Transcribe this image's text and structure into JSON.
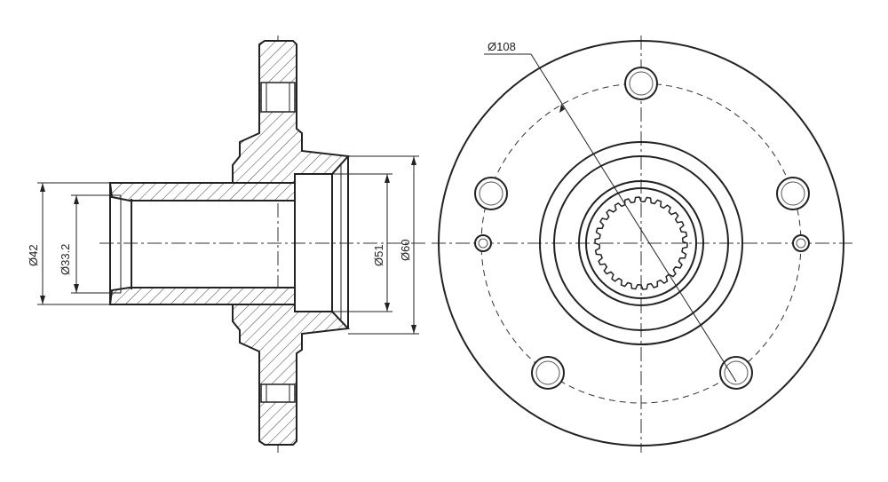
{
  "dimensions": {
    "d42": "Ø42",
    "d33": "Ø33.2",
    "d51": "Ø51",
    "d60": "Ø60",
    "d108": "Ø108"
  },
  "bolt_holes": 5
}
